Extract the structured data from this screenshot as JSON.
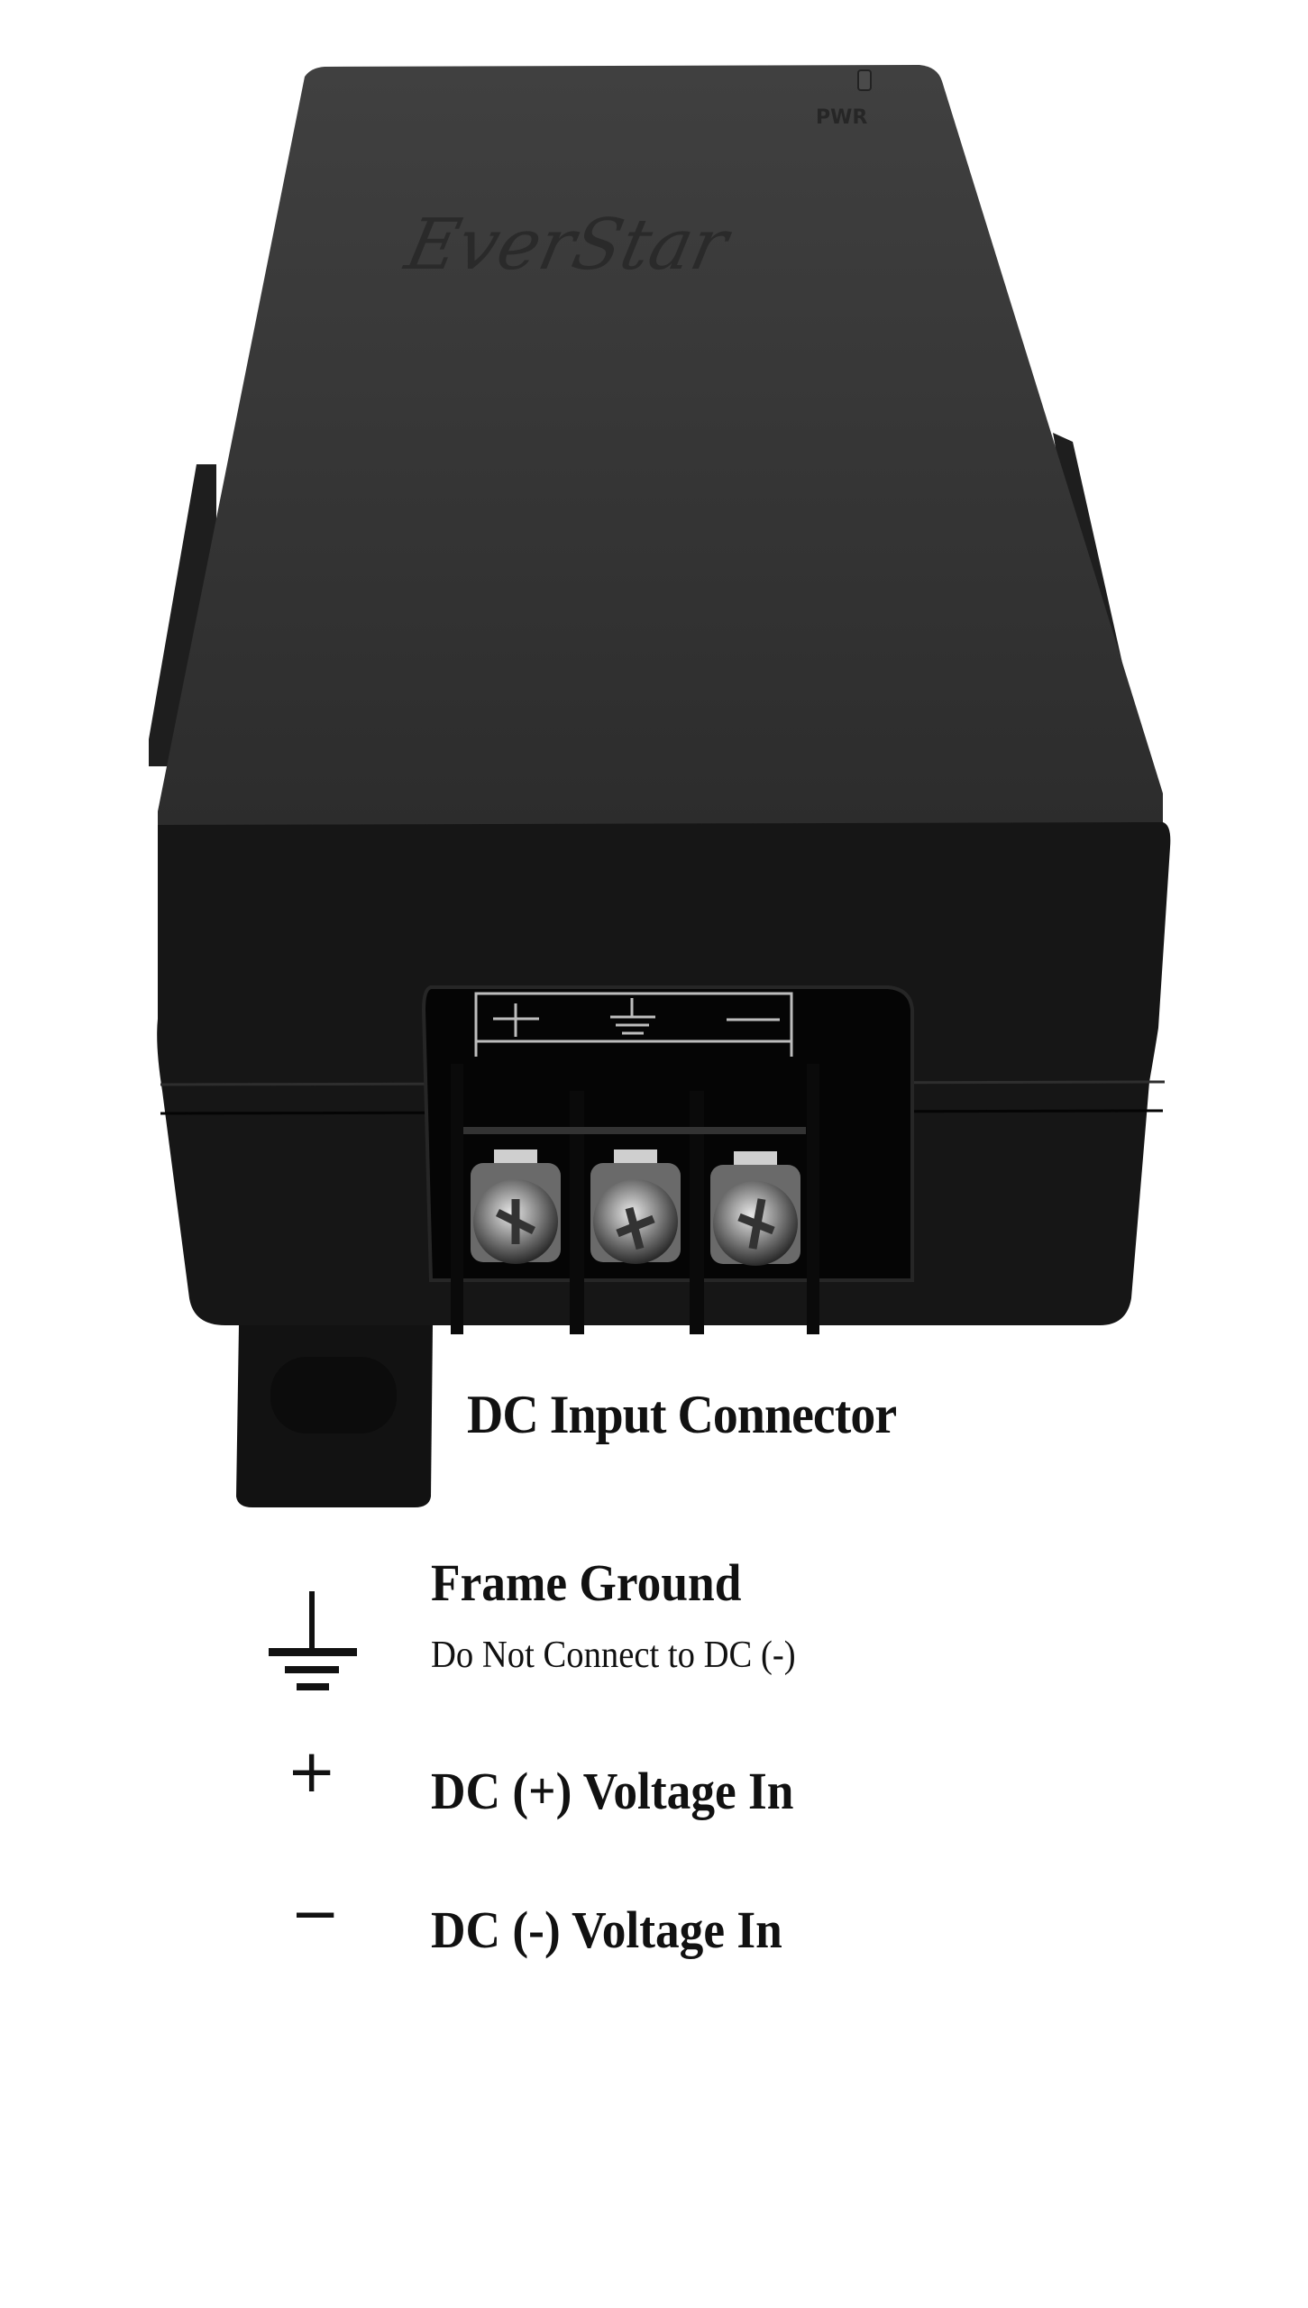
{
  "device": {
    "brand_logo": "EverStar",
    "led_label": "PWR",
    "terminal_labels": [
      "+",
      "⏚",
      "−"
    ],
    "colors": {
      "body_top": "#3a3a3a",
      "body_front": "#141414",
      "background": "#ffffff"
    }
  },
  "diagram": {
    "title": "DC Input Connector",
    "items": [
      {
        "symbol": "ground-icon",
        "title": "Frame Ground",
        "subtitle": "Do Not Connect to DC (-)"
      },
      {
        "symbol": "+",
        "title": "DC (+) Voltage In"
      },
      {
        "symbol": "−",
        "title": "DC (-) Voltage In"
      }
    ]
  }
}
